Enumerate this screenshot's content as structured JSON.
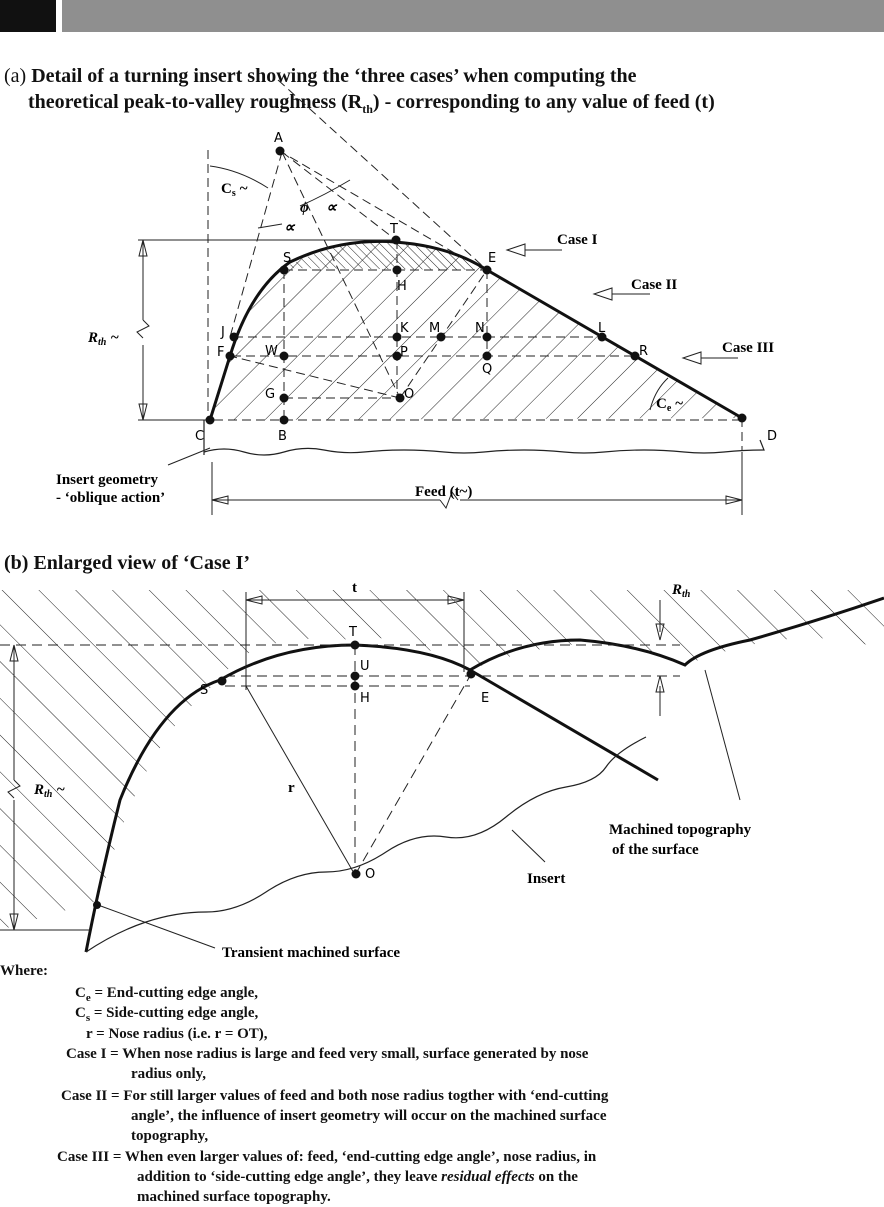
{
  "caption_a": {
    "prefix": "(a)",
    "line1": "Detail of a turning insert showing the ‘three cases’ when computing the",
    "line2": "theoretical peak-to-valley roughness (R",
    "line2_sub": "th",
    "line2_end": ") - corresponding to any value of feed (t)"
  },
  "caption_b": "(b) Enlarged view of ‘Case I’",
  "diagram_a": {
    "points": [
      "A",
      "T",
      "E",
      "S",
      "H",
      "J",
      "F",
      "W",
      "K",
      "M",
      "N",
      "L",
      "R",
      "P",
      "Q",
      "G",
      "O",
      "C",
      "B",
      "D"
    ],
    "angle_cs": "C",
    "angle_cs_sub": "s",
    "angle_cs_tilde": "~",
    "angle_ce": "C",
    "angle_ce_sub": "e",
    "angle_ce_tilde": "~",
    "phi": "ϕ",
    "alpha1": "∝",
    "alpha2": "∝",
    "rth": "R",
    "rth_sub": "th",
    "rth_tilde": "~",
    "case1": "Case I",
    "case2": "Case II",
    "case3": "Case III",
    "insert_geometry_1": "Insert geometry",
    "insert_geometry_2": "- ‘oblique action’",
    "feed": "Feed (t~)"
  },
  "diagram_b": {
    "points": [
      "T",
      "U",
      "S",
      "H",
      "E",
      "O"
    ],
    "t": "t",
    "r": "r",
    "rth_top": "R",
    "rth_top_sub": "th",
    "rth_left": "R",
    "rth_left_sub": "th",
    "rth_left_tilde": "~",
    "machined_1": "Machined topography",
    "machined_2": "of the surface",
    "insert": "Insert",
    "transient": "Transient machined surface"
  },
  "where": "Where:",
  "definitions": [
    {
      "term": "C",
      "sub": "e",
      "text": " = End-cutting edge angle,"
    },
    {
      "term": "C",
      "sub": "s",
      "text": " = Side-cutting edge angle,"
    },
    {
      "term": "r",
      "sub": "",
      "text": " = Nose radius (i.e. r = OT),"
    },
    {
      "term": "Case I",
      "sub": "",
      "text": " = When nose radius is large and feed very small, surface generated by nose"
    },
    {
      "term": "",
      "sub": "",
      "text": "radius only,"
    },
    {
      "term": "Case II",
      "sub": "",
      "text": " = For still larger values of feed and both nose radius togther with ‘end-cutting"
    },
    {
      "term": "",
      "sub": "",
      "text": "angle’, the influence of insert geometry will occur on the machined surface"
    },
    {
      "term": "",
      "sub": "",
      "text": "topography,"
    },
    {
      "term": "Case III",
      "sub": "",
      "text": " = When even larger values of: feed, ‘end-cutting edge angle’, nose radius, in"
    },
    {
      "term": "",
      "sub": "",
      "text": "addition to ‘side-cutting edge angle’, they leave "
    },
    {
      "term": "",
      "sub": "",
      "text": "machined surface topography."
    }
  ],
  "def_italic": "residual effects",
  "def_italic_after": " on the"
}
